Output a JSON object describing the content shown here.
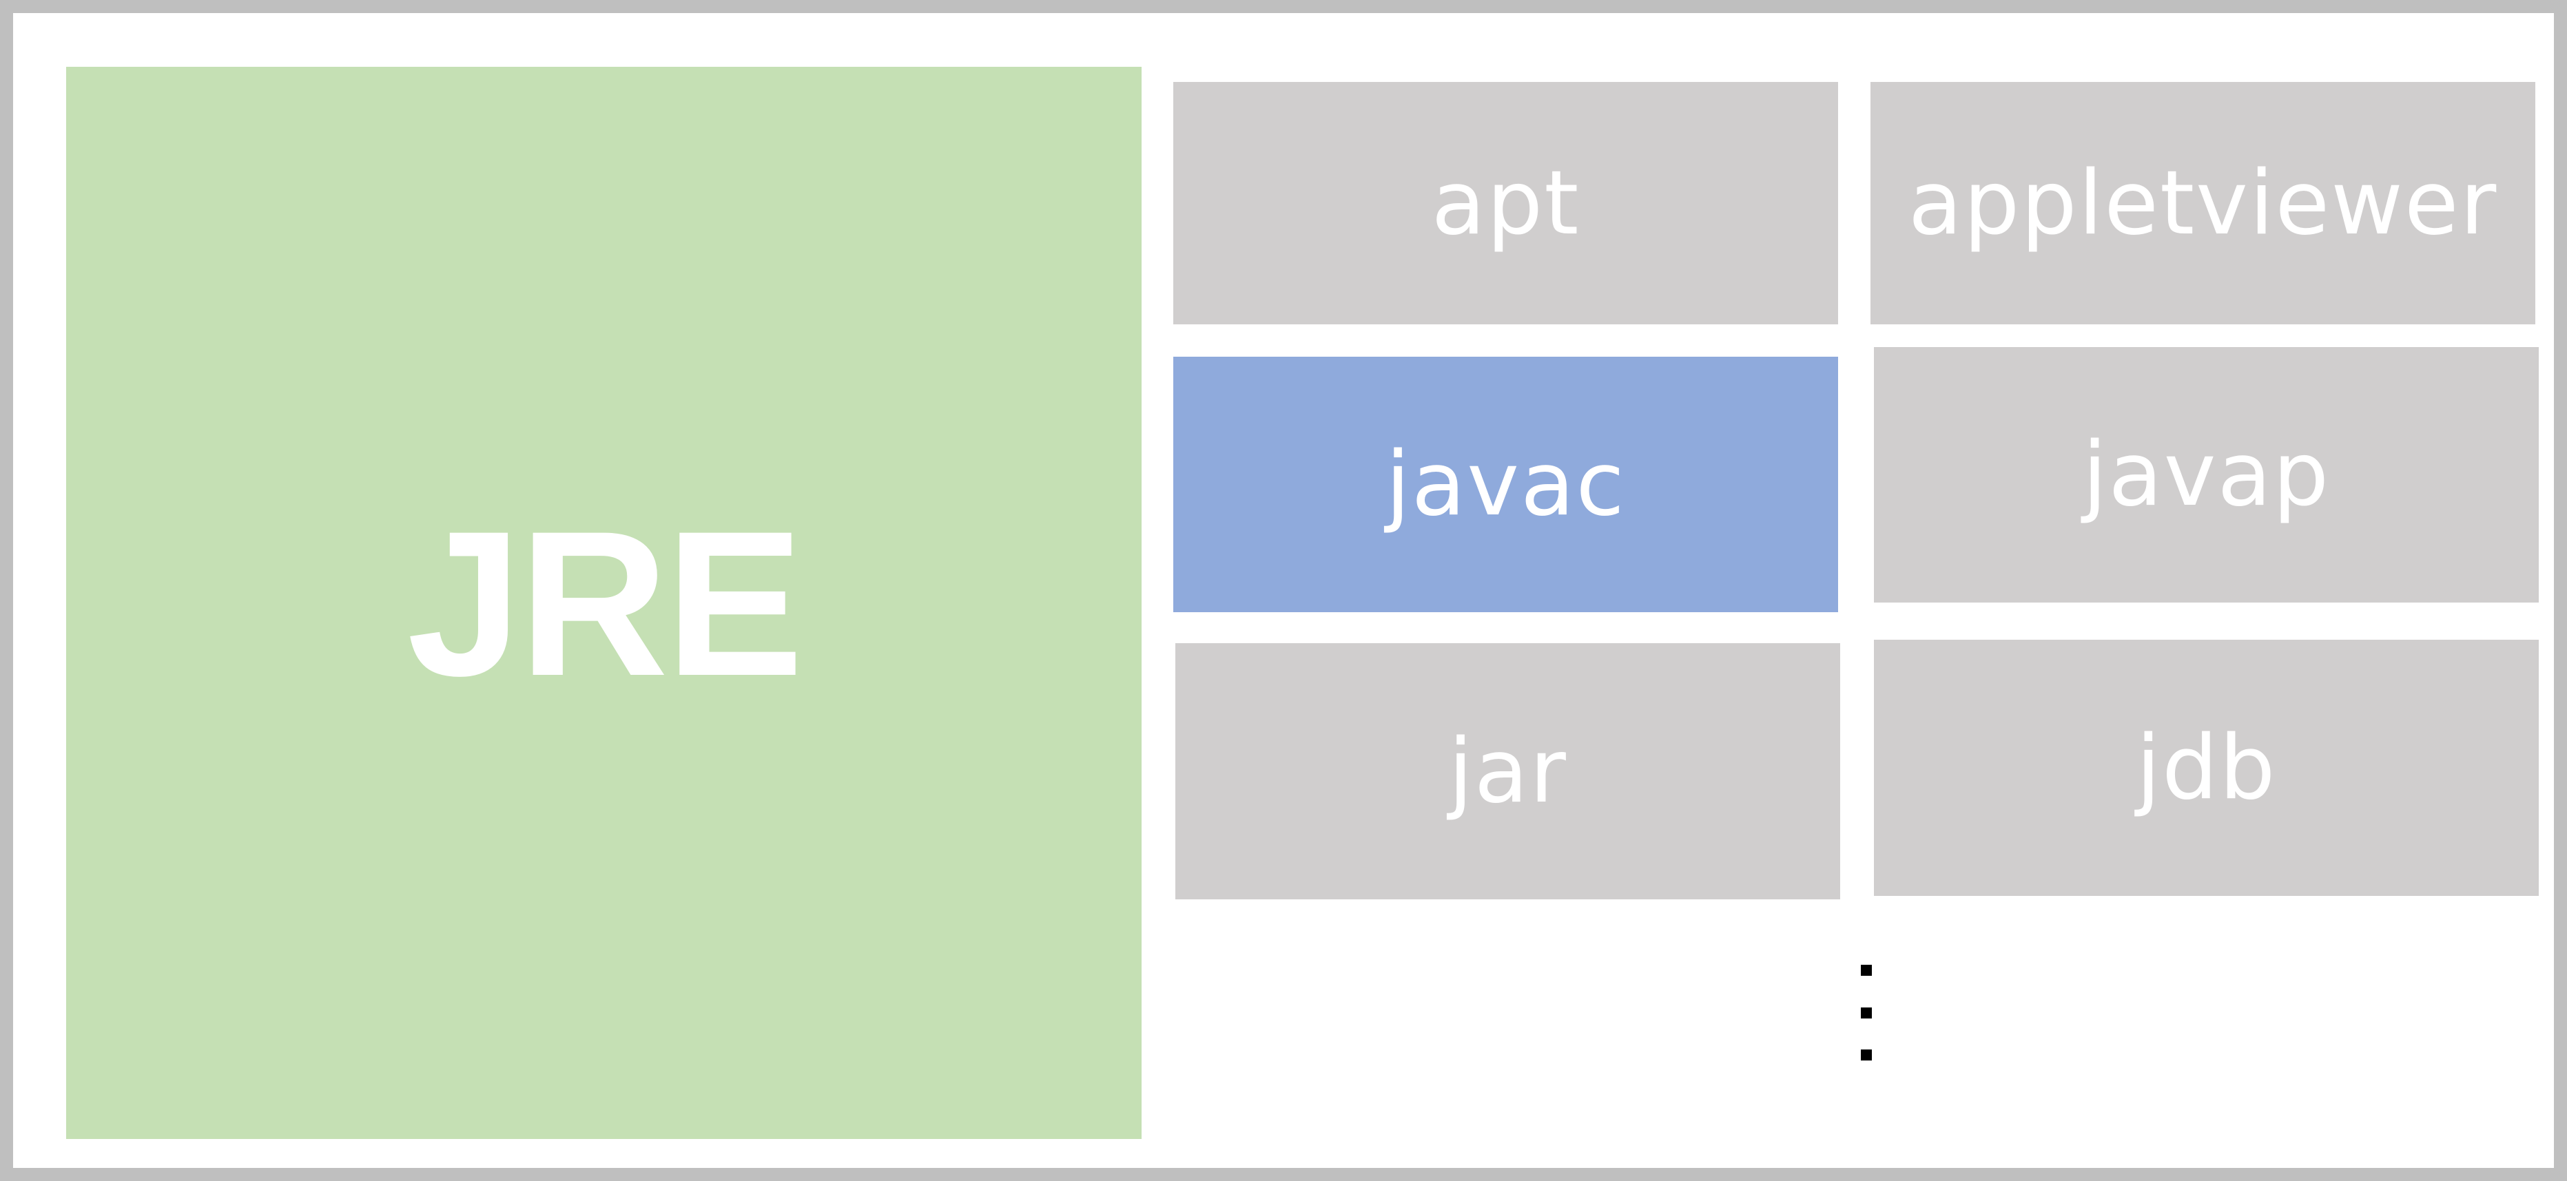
{
  "jre": {
    "label": "JRE",
    "color": "#c5e0b4"
  },
  "tools": [
    {
      "label": "apt",
      "highlighted": false
    },
    {
      "label": "appletviewer",
      "highlighted": false
    },
    {
      "label": "javac",
      "highlighted": true
    },
    {
      "label": "javap",
      "highlighted": false
    },
    {
      "label": "jar",
      "highlighted": false
    },
    {
      "label": "jdb",
      "highlighted": false
    }
  ],
  "colors": {
    "tool_box": "#d0cece",
    "highlight_box": "#8faadc",
    "border": "#bfbfbf",
    "text": "#ffffff"
  },
  "more_items_indicator": "vertical-ellipsis"
}
